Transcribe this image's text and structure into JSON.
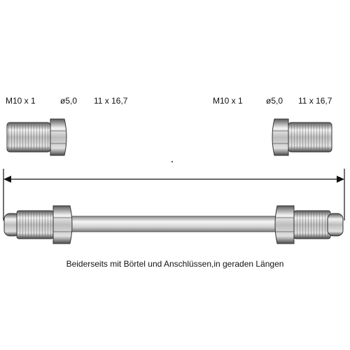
{
  "left_fitting": {
    "thread": "M10 x 1",
    "diameter": "ø5,0",
    "nut": "11 x 16,7"
  },
  "right_fitting": {
    "thread": "M10 x 1",
    "diameter": "ø5,0",
    "nut": "11 x 16,7"
  },
  "caption": "Beiderseits mit Börtel und Anschlüssen,in geraden Längen",
  "colors": {
    "metal_light": "#e6e6e6",
    "metal_mid": "#a8a8a8",
    "metal_dark": "#4a4a4a",
    "line": "#111111"
  }
}
